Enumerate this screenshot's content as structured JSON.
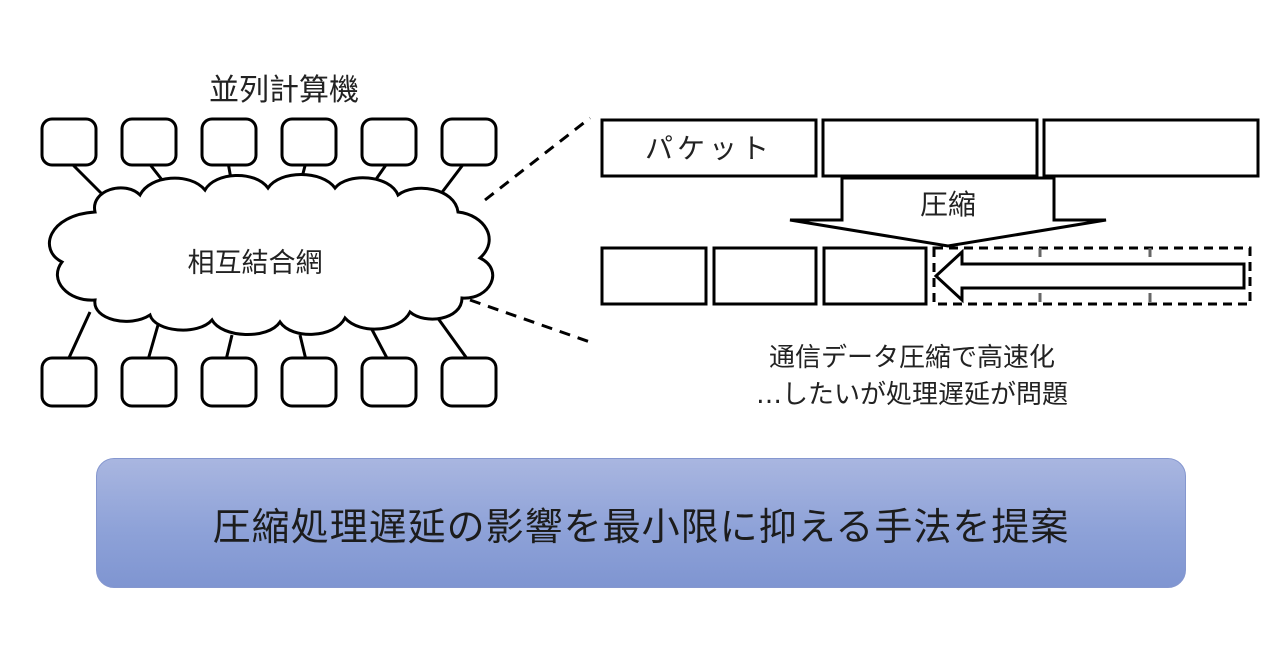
{
  "diagram": {
    "computer_label": "並列計算機",
    "network_label": "相互結合網",
    "packet_label": "パケット",
    "compress_label": "圧縮",
    "caption_line1": "通信データ圧縮で高速化",
    "caption_line2": "…したいが処理遅延が問題"
  },
  "summary": {
    "text": "圧縮処理遅延の影響を最小限に抑える手法を提案"
  },
  "colors": {
    "line": "#000000",
    "box_gradient_top": "#a9b6e0",
    "box_gradient_bottom": "#7f95d1"
  }
}
